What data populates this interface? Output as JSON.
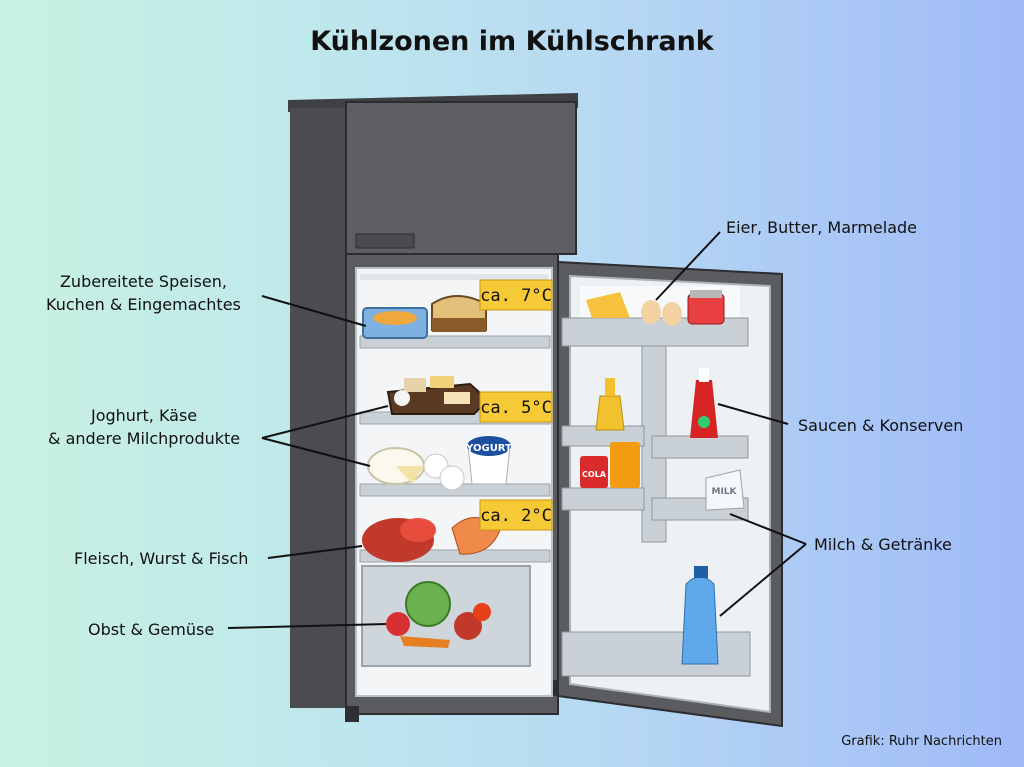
{
  "title": "Kühlzonen im Kühlschrank",
  "labels": {
    "prepared": [
      "Zubereitete Speisen,",
      "Kuchen & Eingemachtes"
    ],
    "dairy": [
      "Joghurt, Käse",
      "& andere Milchprodukte"
    ],
    "meat": "Fleisch, Wurst & Fisch",
    "produce": "Obst & Gemüse",
    "eggs": "Eier, Butter, Marmelade",
    "sauces": "Saucen & Konserven",
    "drinks": "Milch & Getränke"
  },
  "temperatures": [
    "ca. 7°C",
    "ca. 5°C",
    "ca. 2°C"
  ],
  "product_text": {
    "yogurt": "YOGURT",
    "milk": "MILK",
    "cola": "COLA"
  },
  "credit": "Grafik: Ruhr Nachrichten",
  "colors": {
    "fridge_body": "#5a5c60",
    "fridge_interior": "#f3f5f6",
    "temp_badge": "#f6c937",
    "shelf": "#c9d0d6"
  }
}
